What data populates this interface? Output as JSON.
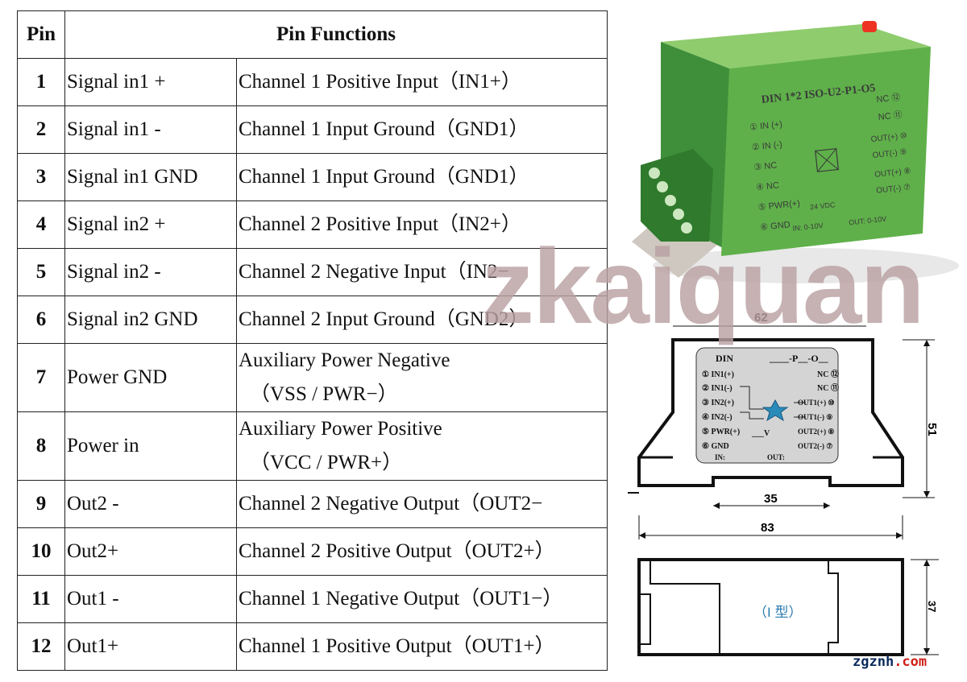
{
  "table": {
    "col_pin": "Pin",
    "col_functions": "Pin Functions",
    "rows": [
      {
        "pin": "1",
        "name": "Signal in1 +",
        "function": "Channel 1 Positive Input（IN1+）"
      },
      {
        "pin": "2",
        "name": "Signal in1 -",
        "function": "Channel 1 Input Ground（GND1）"
      },
      {
        "pin": "3",
        "name": "Signal in1 GND",
        "function": "Channel 1 Input Ground（GND1）"
      },
      {
        "pin": "4",
        "name": "Signal in2 +",
        "function": "Channel 2 Positive Input（IN2+）"
      },
      {
        "pin": "5",
        "name": "Signal in2 -",
        "function": "Channel 2 Negative Input（IN2−"
      },
      {
        "pin": "6",
        "name": "Signal in2 GND",
        "function": "Channel 2 Input Ground（GND2）"
      },
      {
        "pin": "7",
        "name": "Power GND",
        "function": "Auxiliary Power Negative",
        "function2": "（VSS / PWR−）"
      },
      {
        "pin": "8",
        "name": "Power in",
        "function": "Auxiliary Power Positive",
        "function2": "（VCC / PWR+）"
      },
      {
        "pin": "9",
        "name": "Out2 -",
        "function": "Channel 2 Negative Output（OUT2−"
      },
      {
        "pin": "10",
        "name": "Out2+",
        "function": "Channel 2 Positive Output（OUT2+）"
      },
      {
        "pin": "11",
        "name": "Out1 -",
        "function": "Channel 1 Negative Output（OUT1−）"
      },
      {
        "pin": "12",
        "name": "Out1+",
        "function": "Channel 1 Positive Output（OUT1+）"
      }
    ]
  },
  "module": {
    "model": "DIN 1*2 ISO-U2-P1-O5",
    "left_pins": [
      "① IN (+)",
      "② IN (-)",
      "③ NC",
      "④ NC",
      "⑤ PWR(+)",
      "⑥ GND"
    ],
    "right_pins": [
      "NC ⑫",
      "NC ⑪",
      "OUT(+) ⑩",
      "OUT(-) ⑨",
      "OUT(+) ⑧",
      "OUT(-) ⑦"
    ],
    "power_label": "24 VDC",
    "in_range": "IN: 0-10V",
    "out_range": "OUT: 0-10V"
  },
  "drawing": {
    "title_left": "DIN",
    "title_right": "____-P__-O__",
    "left_pins": [
      "① IN1(+)",
      "② IN1(-)",
      "③ IN2(+)",
      "④ IN2(-)",
      "⑤ PWR(+)",
      "⑥ GND"
    ],
    "right_pins": [
      "NC ⑫",
      "NC ⑪",
      "OUT1(+) ⑩",
      "OUT1(-) ⑨",
      "OUT2(+) ⑧",
      "OUT2(-) ⑦"
    ],
    "v_label": "___V",
    "in_label": "IN:",
    "out_label": "OUT:",
    "dim_width_top": "62",
    "dim_height": "51",
    "dim_rail": "35",
    "dim_width": "83",
    "dim_depth": "37",
    "type_label": "（I 型）"
  },
  "watermark": "zkaiquan",
  "site": {
    "part1": "zgznh",
    "part2": ".com"
  },
  "colors": {
    "module_green": "#5fb04a",
    "terminal_green": "#3f8f3a",
    "panel_gray": "#d4d4d4",
    "accent_blue": "#2a8ab8"
  }
}
